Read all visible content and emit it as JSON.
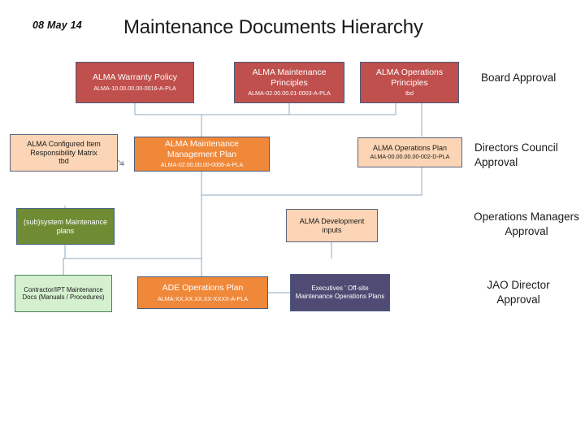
{
  "slide": {
    "date": "08 May 14",
    "title": "Maintenance Documents Hierarchy"
  },
  "nodes": {
    "warranty_policy": {
      "title": "ALMA Warranty Policy",
      "code": "ALMA-10.00.00.00-0016-A-PLA"
    },
    "maintenance_principles": {
      "title": "ALMA Maintenance Principles",
      "code": "ALMA-02.00.00.01-0003-A-PLA"
    },
    "operations_principles": {
      "title": "ALMA Operations Principles",
      "code": "tbd"
    },
    "configured_item_matrix": {
      "title": "ALMA Configured Item Responsibility Matrix",
      "code": "tbd"
    },
    "maintenance_management_plan": {
      "title": "ALMA Maintenance Management Plan",
      "code": "ALMA-02.00.00.00-0006-A-PLA"
    },
    "operations_plan": {
      "title": "ALMA Operations Plan",
      "code": "ALMA-00.00.00.00-002-D-PLA"
    },
    "subsystem_maintenance_plans": {
      "title": "(sub)system Maintenance plans"
    },
    "development_inputs": {
      "title": "ALMA Development inputs"
    },
    "contractor_ipt_docs": {
      "title": "Contractor/IPT Maintenance Docs (Manuals / Procedures)"
    },
    "ade_operations_plan": {
      "title": "ADE Operations Plan",
      "code": "ALMA-XX.XX.XX.XX-XXXX-A-PLA"
    },
    "executives_offsite_plans": {
      "title": "Executives ' Off-site Maintenance Operations Plans"
    }
  },
  "approvals": [
    {
      "label": "Board Approval"
    },
    {
      "label": "Directors Council Approval"
    },
    {
      "label": "Operations Managers Approval"
    },
    {
      "label": "JAO Director Approval"
    }
  ],
  "colors": {
    "red": "#c0504d",
    "orange": "#f0883a",
    "peach": "#fbd5b5",
    "olive": "#6f8b33",
    "light_green": "#d5f0cf",
    "purple": "#4f4b75",
    "connector": "#8ea9c1",
    "border": "#4a5b7d",
    "background": "#ffffff"
  }
}
